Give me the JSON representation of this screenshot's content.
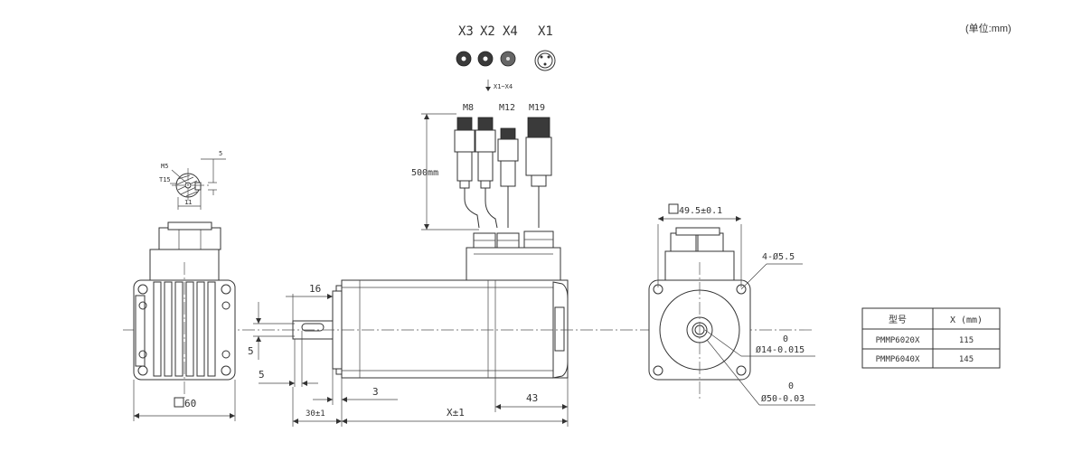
{
  "unit_note": "(单位:mm)",
  "connectors": {
    "labels": [
      "X3",
      "X2",
      "X4",
      "X1"
    ],
    "arrow_label": "X1~X4",
    "plug_labels": [
      "M8",
      "M12",
      "M19"
    ],
    "cable_length": "500mm"
  },
  "shaft_detail": {
    "m5": "M5",
    "t15": "T15",
    "key_width": "5",
    "key_depth": "11"
  },
  "front_view": {
    "square": "60"
  },
  "side_view": {
    "dim_16": "16",
    "dim_5a": "5",
    "dim_5b": "5",
    "dim_3": "3",
    "dim_30": "30±1",
    "dim_x": "X±1",
    "dim_43": "43"
  },
  "flange_view": {
    "square": "49.5±0.1",
    "holes": "4-Ø5.5",
    "tol_zero_a": "0",
    "shaft_dia": "Ø14-0.015",
    "tol_zero_b": "0",
    "pilot_dia": "Ø50-0.03"
  },
  "model_table": {
    "headers": [
      "型号",
      "X (mm)"
    ],
    "rows": [
      [
        "PMMP6020X",
        "115"
      ],
      [
        "PMMP6040X",
        "145"
      ]
    ]
  }
}
